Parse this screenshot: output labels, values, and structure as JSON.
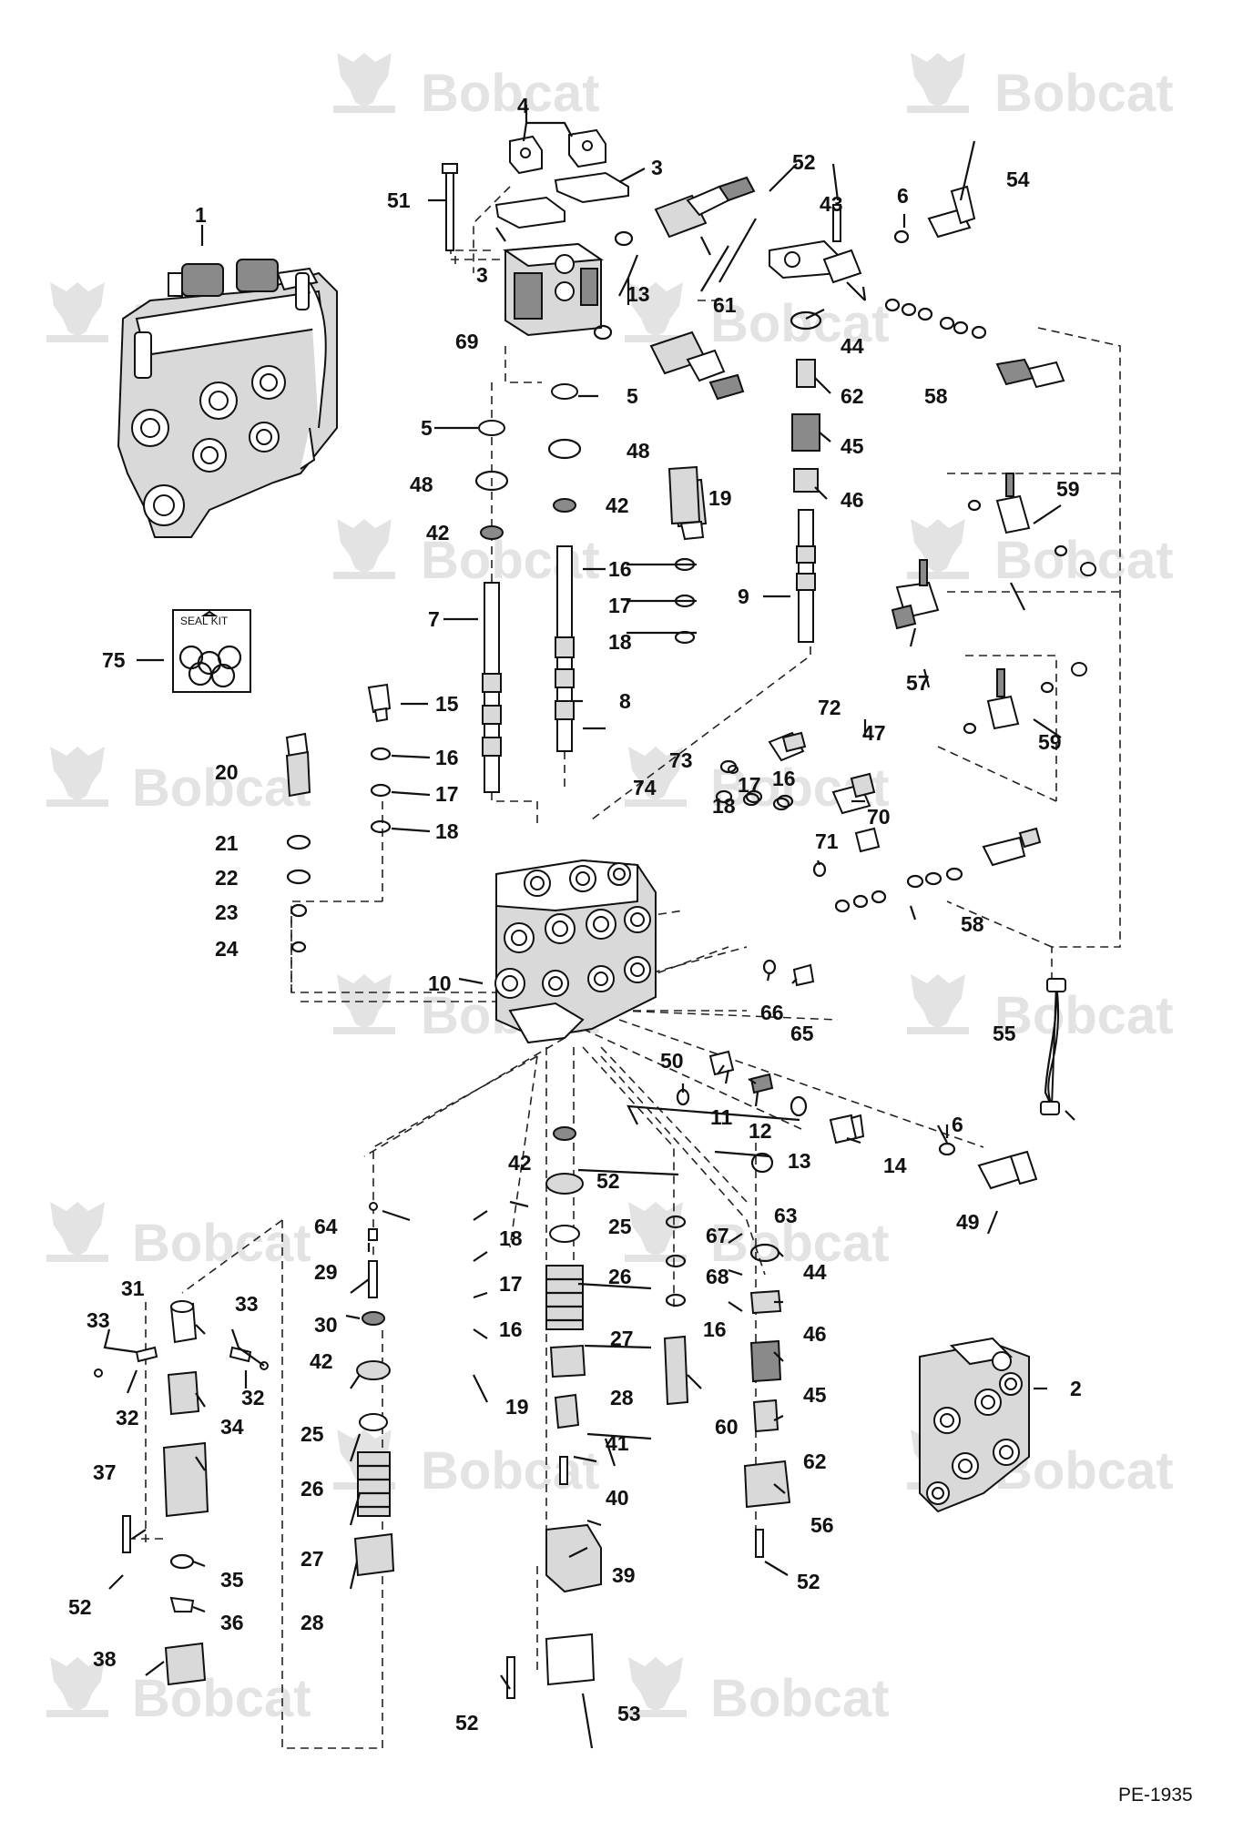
{
  "watermark": {
    "text": "Bobcat"
  },
  "reference_code": "PE-1935",
  "seal_kit": {
    "title": "SEAL KIT"
  },
  "callouts": {
    "c1": "1",
    "c2": "2",
    "c3a": "3",
    "c3b": "3",
    "c4": "4",
    "c5a": "5",
    "c5b": "5",
    "c6a": "6",
    "c6b": "6",
    "c7": "7",
    "c8": "8",
    "c9": "9",
    "c10": "10",
    "c11": "11",
    "c12": "12",
    "c13a": "13",
    "c13b": "13",
    "c14": "14",
    "c15": "15",
    "c16a": "16",
    "c16b": "16",
    "c16c": "16",
    "c16d": "16",
    "c16e": "16",
    "c17a": "17",
    "c17b": "17",
    "c17c": "17",
    "c17d": "17",
    "c18a": "18",
    "c18b": "18",
    "c18c": "18",
    "c18d": "18",
    "c19a": "19",
    "c19b": "19",
    "c20": "20",
    "c21": "21",
    "c22": "22",
    "c23": "23",
    "c24": "24",
    "c25a": "25",
    "c25b": "25",
    "c26a": "26",
    "c26b": "26",
    "c27a": "27",
    "c27b": "27",
    "c28a": "28",
    "c28b": "28",
    "c29": "29",
    "c30": "30",
    "c31": "31",
    "c32a": "32",
    "c32b": "32",
    "c33a": "33",
    "c33b": "33",
    "c34": "34",
    "c35": "35",
    "c36": "36",
    "c37": "37",
    "c38": "38",
    "c39": "39",
    "c40": "40",
    "c41": "41",
    "c42a": "42",
    "c42b": "42",
    "c42c": "42",
    "c42d": "42",
    "c43": "43",
    "c44a": "44",
    "c44b": "44",
    "c45a": "45",
    "c45b": "45",
    "c46a": "46",
    "c46b": "46",
    "c47": "47",
    "c48a": "48",
    "c48b": "48",
    "c49": "49",
    "c50": "50",
    "c51": "51",
    "c52a": "52",
    "c52b": "52",
    "c52c": "52",
    "c52d": "52",
    "c52e": "52",
    "c53": "53",
    "c54": "54",
    "c55": "55",
    "c56": "56",
    "c57": "57",
    "c58a": "58",
    "c58b": "58",
    "c59a": "59",
    "c59b": "59",
    "c60": "60",
    "c61": "61",
    "c62a": "62",
    "c62b": "62",
    "c63": "63",
    "c64": "64",
    "c65": "65",
    "c66": "66",
    "c67": "67",
    "c68": "68",
    "c69": "69",
    "c70": "70",
    "c71": "71",
    "c72": "72",
    "c73": "73",
    "c74": "74",
    "c75": "75"
  }
}
